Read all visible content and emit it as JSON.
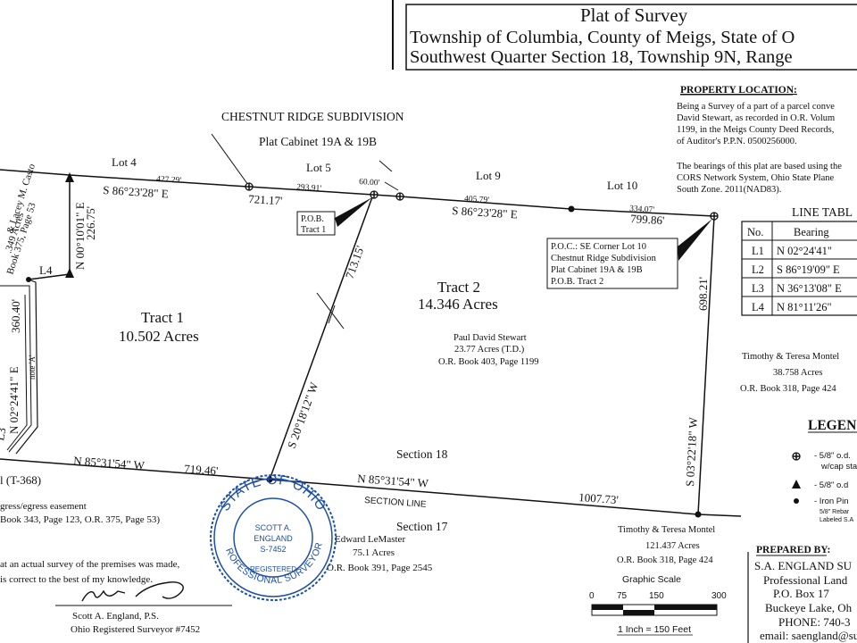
{
  "title_block": {
    "title": "Plat of Survey",
    "line2": "Township of Columbia, County of Meigs, State of O",
    "line3": "Southwest Quarter Section 18, Township 9N, Range"
  },
  "property_location": {
    "heading": "PROPERTY LOCATION:",
    "lines": [
      "Being a Survey of a part of a parcel conve",
      "David Stewart, as recorded in O.R. Volum",
      "1199, in the Meigs County Deed Records,",
      "of Auditor's P.P.N. 0500256000.",
      "The bearings of this plat are based using the",
      "CORS Network System, Ohio State Plane",
      "South Zone. 2011(NAD83)."
    ]
  },
  "subdivision": {
    "name": "CHESTNUT RIDGE SUBDIVISION",
    "cabinet": "Plat Cabinet 19A & 19B",
    "lots": [
      "Lot 4",
      "Lot 5",
      "Lot 9",
      "Lot 10"
    ]
  },
  "north_line": {
    "bearing_left": "S 86°23'28\" E",
    "bearing_right": "S 86°23'28\" E",
    "dist_lot4": "427.29'",
    "dist_lot5": "293.91'",
    "dist_60": "60.00'",
    "dist_lot9": "405.79'",
    "dist_lot10": "334.07'",
    "tract1_top": "721.17'",
    "tract2_top": "799.86'"
  },
  "pob1": {
    "line1": "P.O.B.",
    "line2": "Tract 1"
  },
  "poc": {
    "lines": [
      "P.O.C.: SE Corner Lot 10",
      "Chestnut Ridge Subdivision",
      "Plat Cabinet 19A & 19B",
      "P.O.B. Tract 2"
    ]
  },
  "tract1": {
    "name": "Tract 1",
    "acres": "10.502 Acres"
  },
  "tract2": {
    "name": "Tract 2",
    "acres": "14.346 Acres"
  },
  "stewart": {
    "name": "Paul David Stewart",
    "acres": "23.77 Acres (T.D.)",
    "book": "O.R. Book 403, Page 1199"
  },
  "west": {
    "bearing1": "N 00°10'01\" E",
    "dist1": "226.75'",
    "l4": "L4",
    "bearing2": "N 02°24'41\" E",
    "dist2": "360.40'",
    "note": "note 'A'",
    "casto_lines": [
      "& Lacey M. Casto",
      ".349 Acres",
      "Book 375, Page 53"
    ],
    "l3": "L3"
  },
  "division_line": {
    "bearing": "S 20°18'12\" W",
    "dist": "713.15'"
  },
  "east_line": {
    "bearing": "S 03°22'18\" W",
    "dist": "698.21'"
  },
  "south_line": {
    "bearing_left": "N 85°31'54\" W",
    "dist_left": "719.46'",
    "bearing_right": "N 85°31'54\" W",
    "dist_right": "1007.73'",
    "section_line": "SECTION LINE",
    "section18": "Section 18",
    "section17": "Section 17",
    "road": "l (T-368)"
  },
  "easement": {
    "line1": "gress/egress easement",
    "line2": "Book 343, Page 123, O.R. 375, Page 53)"
  },
  "montel_north": {
    "name": "Timothy & Teresa Montel",
    "acres": "38.758 Acres",
    "book": "O.R. Book 318, Page 424"
  },
  "montel_south": {
    "name": "Timothy & Teresa Montel",
    "acres": "121.437 Acres",
    "book": "O.R. Book 318, Page 424"
  },
  "lemaster": {
    "name": "Edward LeMaster",
    "acres": "75.1 Acres",
    "book": "O.R. Book 391, Page 2545"
  },
  "line_table": {
    "title": "LINE TABL",
    "headers": [
      "No.",
      "Bearing"
    ],
    "rows": [
      {
        "no": "L1",
        "bearing": "N 02°24'41\" "
      },
      {
        "no": "L2",
        "bearing": "S 86°19'09\" E"
      },
      {
        "no": "L3",
        "bearing": "N 36°13'08\" E"
      },
      {
        "no": "L4",
        "bearing": "N 81°11'26\""
      }
    ]
  },
  "legend": {
    "title": "LEGEN",
    "items": [
      {
        "line1": "- 5/8\" o.d.",
        "line2": "w/cap sta"
      },
      {
        "line1": "- 5/8\" o.d",
        "line2": ""
      },
      {
        "line1": "- Iron Pin",
        "line2": "5/8\" Rebar",
        "line3": "Labeled S.A"
      }
    ]
  },
  "graphic_scale": {
    "title": "Graphic Scale",
    "ticks": [
      "0",
      "75",
      "150",
      "300"
    ],
    "note": "1 Inch = 150 Feet"
  },
  "prepared_by": {
    "heading": "PREPARED BY:",
    "lines": [
      "S.A. ENGLAND SU",
      "Professional Land",
      "P.O. Box 17",
      "Buckeye Lake, Oh",
      "PHONE: 740-3",
      "email: saengland@su"
    ]
  },
  "certification": {
    "line1": "at an actual survey of the premises was made,",
    "line2": "is correct to the best of my knowledge."
  },
  "signature": {
    "name": "Scott A. England, P.S.",
    "title": "Ohio Registered Surveyor #7452"
  },
  "seal": {
    "top": "STATE OF OHIO",
    "bottom": "PROFESSIONAL SURVEYOR",
    "name1": "SCOTT A.",
    "name2": "ENGLAND",
    "number": "S-7452",
    "registered": "REGISTERED"
  }
}
